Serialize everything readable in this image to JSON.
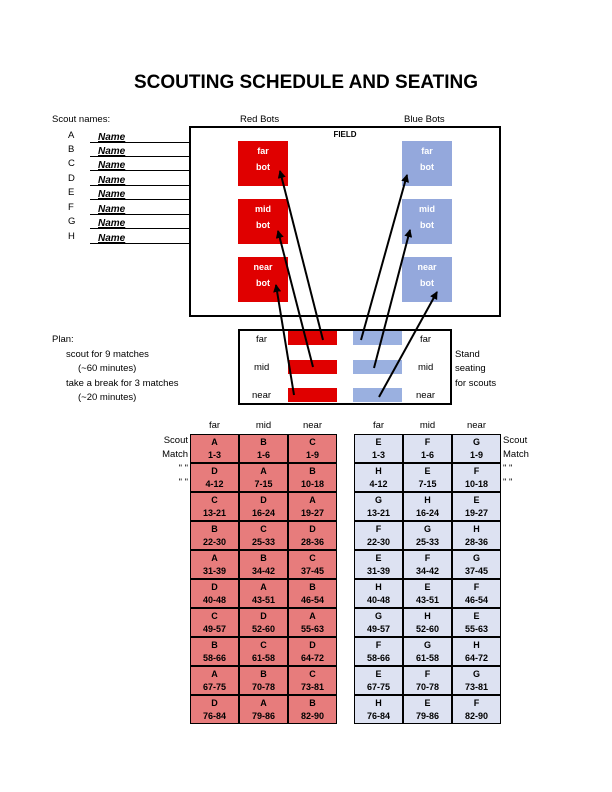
{
  "title": "SCOUTING SCHEDULE AND SEATING",
  "scout_names_label": "Scout names:",
  "red_bots_label": "Red Bots",
  "blue_bots_label": "Blue Bots",
  "field_label": "FIELD",
  "scouts": [
    {
      "letter": "A",
      "name": "Name"
    },
    {
      "letter": "B",
      "name": "Name"
    },
    {
      "letter": "C",
      "name": "Name"
    },
    {
      "letter": "D",
      "name": "Name"
    },
    {
      "letter": "E",
      "name": "Name"
    },
    {
      "letter": "F",
      "name": "Name"
    },
    {
      "letter": "G",
      "name": "Name"
    },
    {
      "letter": "H",
      "name": "Name"
    }
  ],
  "bots": {
    "far": [
      "far",
      "bot"
    ],
    "mid": [
      "mid",
      "bot"
    ],
    "near": [
      "near",
      "bot"
    ]
  },
  "plan": {
    "label": "Plan:",
    "lines": [
      "scout for 9 matches",
      "(~60 minutes)",
      "take a break for 3 matches",
      "(~20 minutes)"
    ]
  },
  "stand": {
    "rows": [
      "far",
      "mid",
      "near"
    ],
    "label_lines": [
      "Stand",
      "seating",
      "for scouts"
    ]
  },
  "schedule": {
    "columns": [
      "far",
      "mid",
      "near"
    ],
    "left_labels": [
      "Scout",
      "Match",
      "\"    \"",
      "\"    \""
    ],
    "right_labels": [
      "Scout",
      "Match",
      "\"    \"",
      "\"    \""
    ],
    "red": [
      [
        [
          "A",
          "1-3"
        ],
        [
          "B",
          "1-6"
        ],
        [
          "C",
          "1-9"
        ]
      ],
      [
        [
          "D",
          "4-12"
        ],
        [
          "A",
          "7-15"
        ],
        [
          "B",
          "10-18"
        ]
      ],
      [
        [
          "C",
          "13-21"
        ],
        [
          "D",
          "16-24"
        ],
        [
          "A",
          "19-27"
        ]
      ],
      [
        [
          "B",
          "22-30"
        ],
        [
          "C",
          "25-33"
        ],
        [
          "D",
          "28-36"
        ]
      ],
      [
        [
          "A",
          "31-39"
        ],
        [
          "B",
          "34-42"
        ],
        [
          "C",
          "37-45"
        ]
      ],
      [
        [
          "D",
          "40-48"
        ],
        [
          "A",
          "43-51"
        ],
        [
          "B",
          "46-54"
        ]
      ],
      [
        [
          "C",
          "49-57"
        ],
        [
          "D",
          "52-60"
        ],
        [
          "A",
          "55-63"
        ]
      ],
      [
        [
          "B",
          "58-66"
        ],
        [
          "C",
          "61-58"
        ],
        [
          "D",
          "64-72"
        ]
      ],
      [
        [
          "A",
          "67-75"
        ],
        [
          "B",
          "70-78"
        ],
        [
          "C",
          "73-81"
        ]
      ],
      [
        [
          "D",
          "76-84"
        ],
        [
          "A",
          "79-86"
        ],
        [
          "B",
          "82-90"
        ]
      ]
    ],
    "blue": [
      [
        [
          "E",
          "1-3"
        ],
        [
          "F",
          "1-6"
        ],
        [
          "G",
          "1-9"
        ]
      ],
      [
        [
          "H",
          "4-12"
        ],
        [
          "E",
          "7-15"
        ],
        [
          "F",
          "10-18"
        ]
      ],
      [
        [
          "G",
          "13-21"
        ],
        [
          "H",
          "16-24"
        ],
        [
          "E",
          "19-27"
        ]
      ],
      [
        [
          "F",
          "22-30"
        ],
        [
          "G",
          "25-33"
        ],
        [
          "H",
          "28-36"
        ]
      ],
      [
        [
          "E",
          "31-39"
        ],
        [
          "F",
          "34-42"
        ],
        [
          "G",
          "37-45"
        ]
      ],
      [
        [
          "H",
          "40-48"
        ],
        [
          "E",
          "43-51"
        ],
        [
          "F",
          "46-54"
        ]
      ],
      [
        [
          "G",
          "49-57"
        ],
        [
          "H",
          "52-60"
        ],
        [
          "E",
          "55-63"
        ]
      ],
      [
        [
          "F",
          "58-66"
        ],
        [
          "G",
          "61-58"
        ],
        [
          "H",
          "64-72"
        ]
      ],
      [
        [
          "E",
          "67-75"
        ],
        [
          "F",
          "70-78"
        ],
        [
          "G",
          "73-81"
        ]
      ],
      [
        [
          "H",
          "76-84"
        ],
        [
          "E",
          "79-86"
        ],
        [
          "F",
          "82-90"
        ]
      ]
    ]
  },
  "colors": {
    "red_bot": "#e00000",
    "blue_bot": "#94a8dc",
    "red_cell": "#e77c7c",
    "blue_cell": "#dde2f2"
  }
}
